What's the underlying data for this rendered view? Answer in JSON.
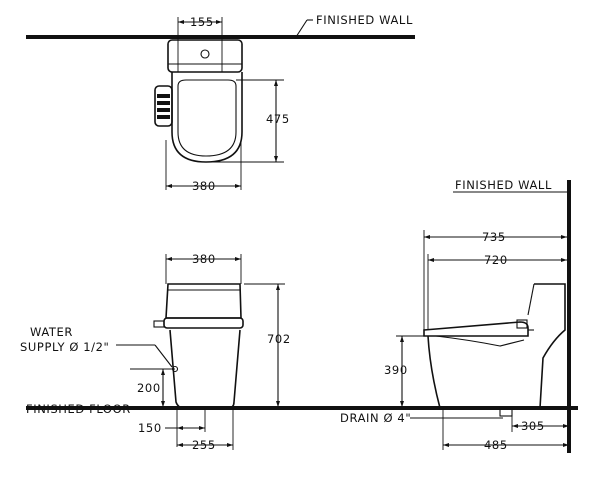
{
  "labels": {
    "finished_wall_top": "FINISHED  WALL",
    "finished_wall_side": "FINISHED  WALL",
    "finished_floor": "FINISHED  FLOOR",
    "water_supply_line1": "WATER",
    "water_supply_line2": "SUPPLY Ø 1/2\"",
    "drain": "DRAIN Ø 4\""
  },
  "dimensions": {
    "top_outlet_width": "155",
    "top_seat_depth": "475",
    "top_width": "380",
    "front_width": "380",
    "front_height": "702",
    "supply_height": "200",
    "supply_offset": "150",
    "front_base": "255",
    "side_overall": "735",
    "side_seat": "720",
    "side_seat_height": "390",
    "side_base": "485",
    "side_rough_in": "305"
  }
}
